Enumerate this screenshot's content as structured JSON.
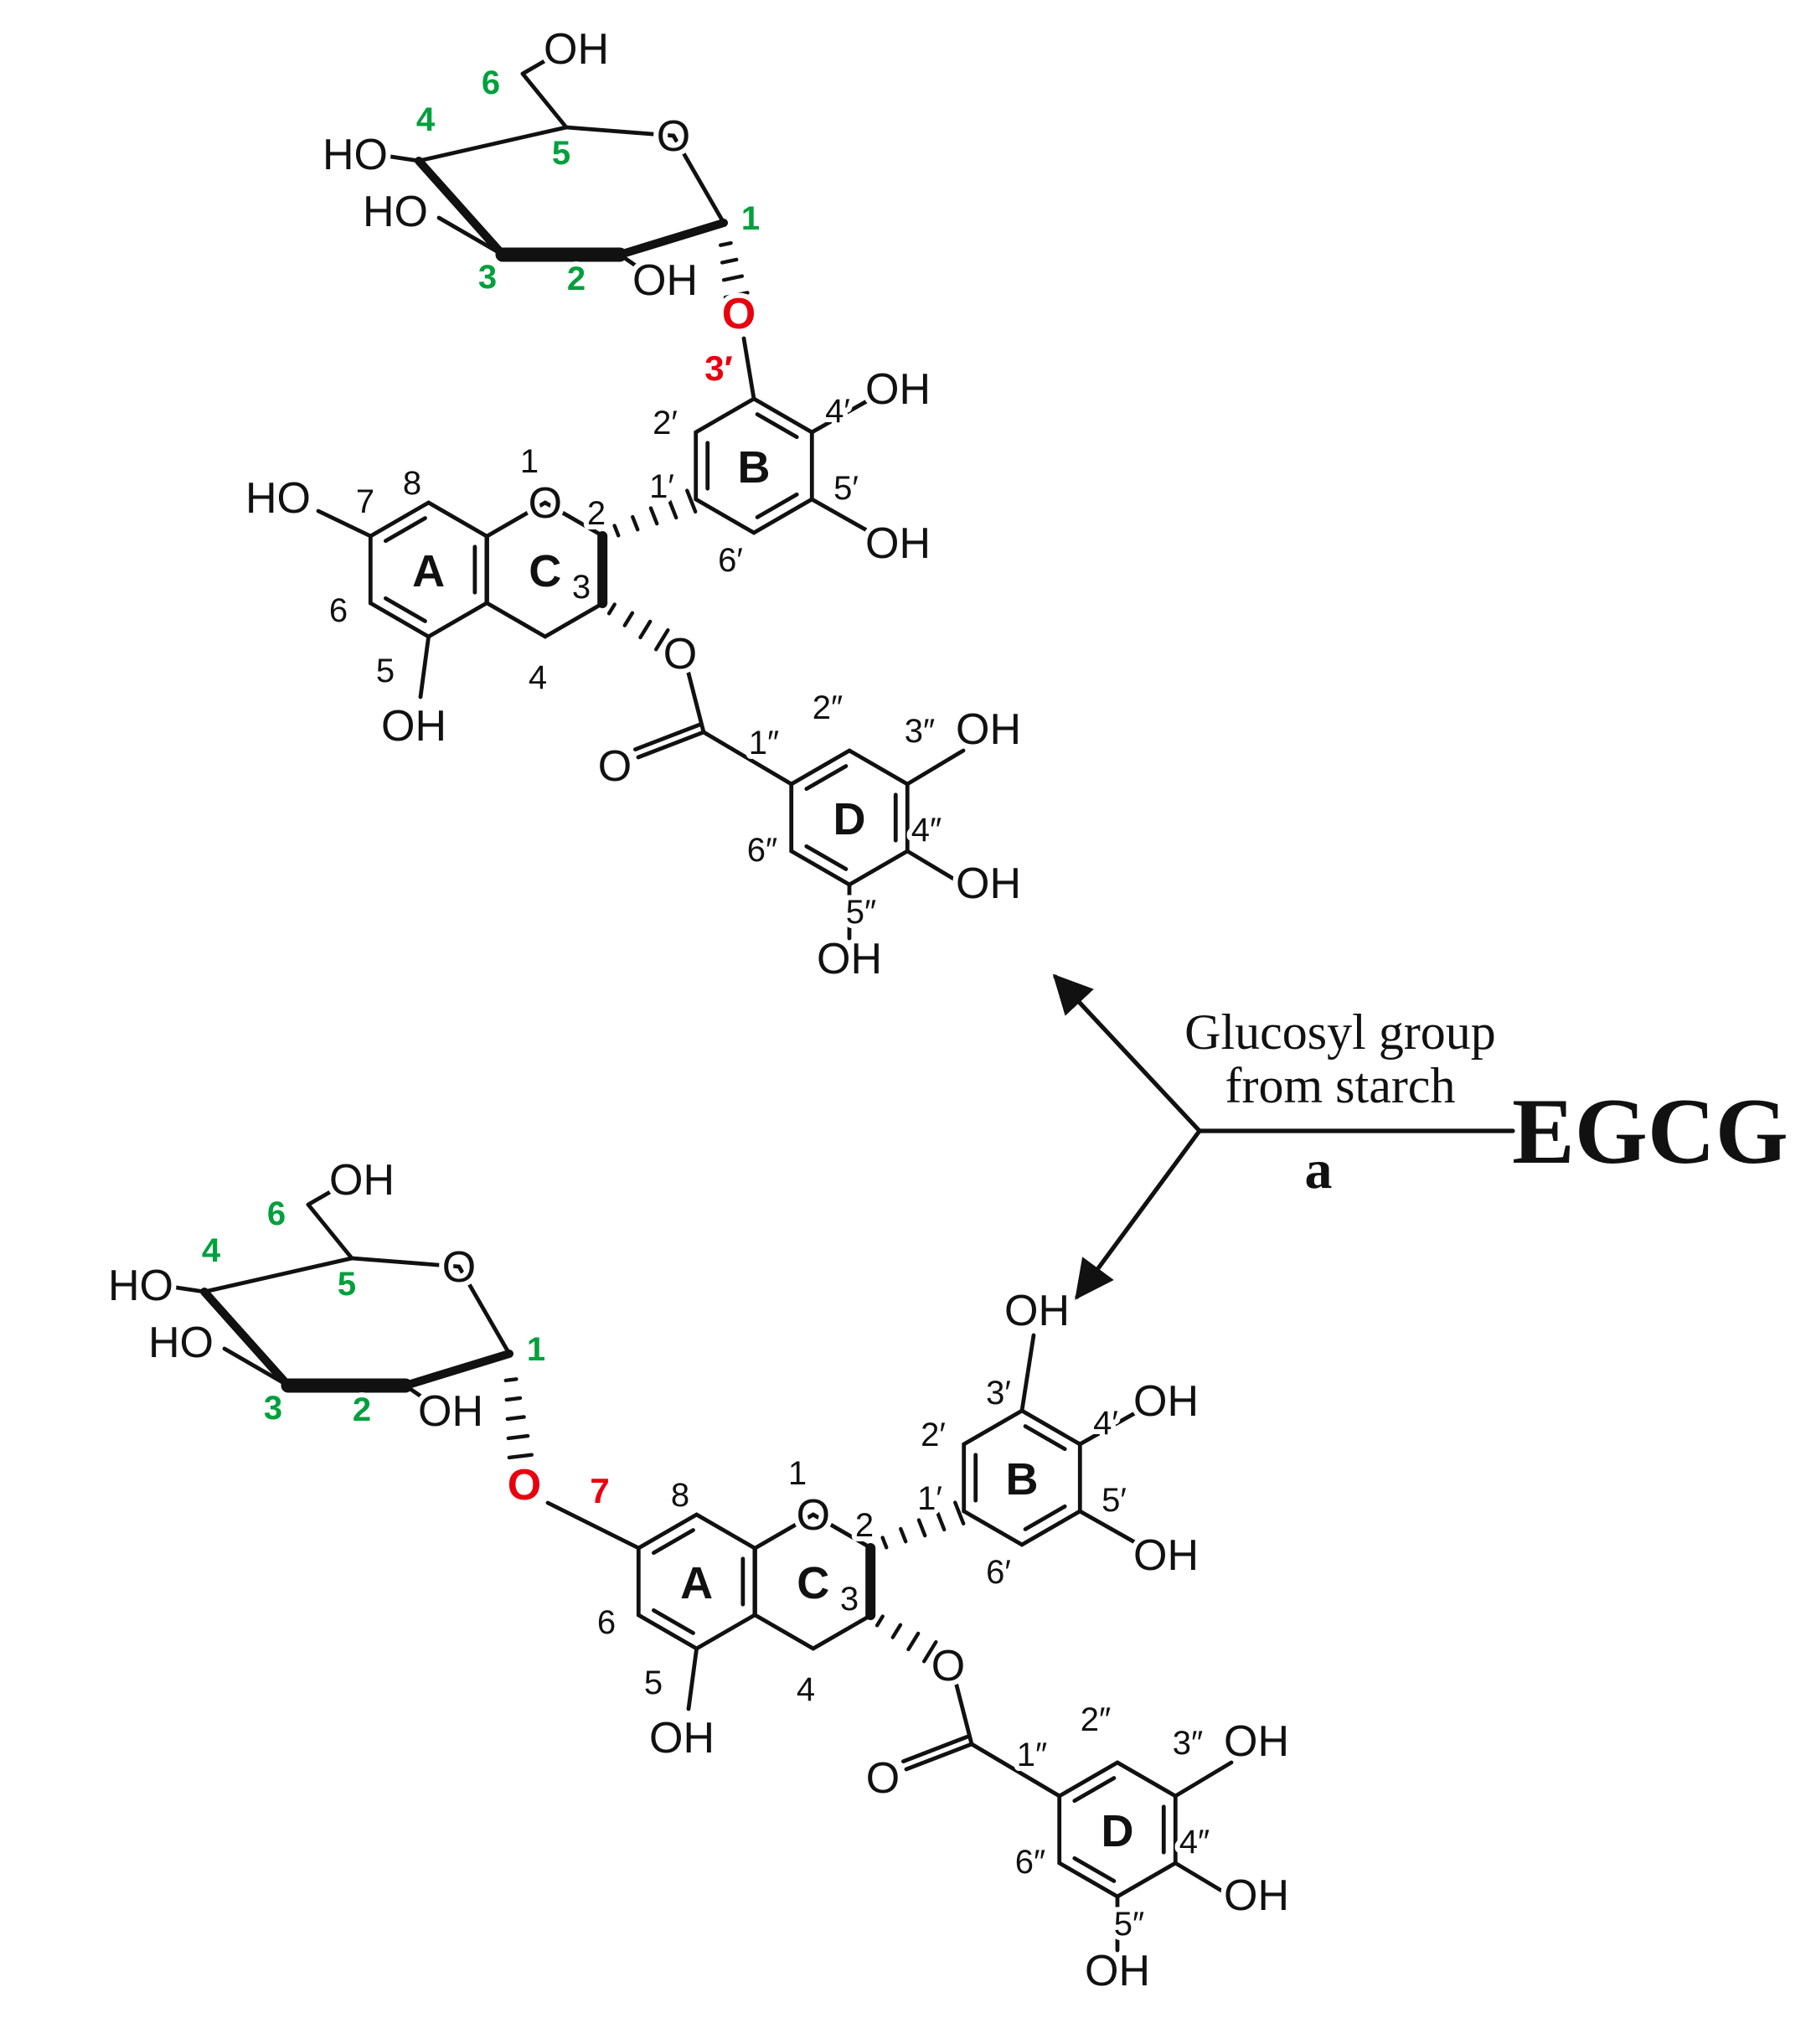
{
  "figure_type": "chemical-structure-reaction-scheme",
  "reaction": {
    "annotation_line1": "Glucosyl group",
    "annotation_line2": "from starch",
    "step_label": "a",
    "substrate_name": "EGCG"
  },
  "palette": {
    "bond_color": "#111111",
    "glycosidic_linkage_red": "#e8000d",
    "sugar_numbering_green": "#00a03c"
  },
  "labels": {
    "oh": "OH",
    "ho": "HO",
    "o": "O",
    "ring_a": "A",
    "ring_b": "B",
    "ring_c": "C",
    "ring_d": "D",
    "g1": "1",
    "g2": "2",
    "g3": "3",
    "g4": "4",
    "g5": "5",
    "g6": "6",
    "c1": "1",
    "c2": "2",
    "c3": "3",
    "c4": "4",
    "c5": "5",
    "c6": "6",
    "c7": "7",
    "c8": "8",
    "b1": "1′",
    "b2": "2′",
    "b3": "3′",
    "b4": "4′",
    "b5": "5′",
    "b6": "6′",
    "d1": "1″",
    "d2": "2″",
    "d3": "3″",
    "d4": "4″",
    "d5": "5″",
    "d6": "6″"
  }
}
